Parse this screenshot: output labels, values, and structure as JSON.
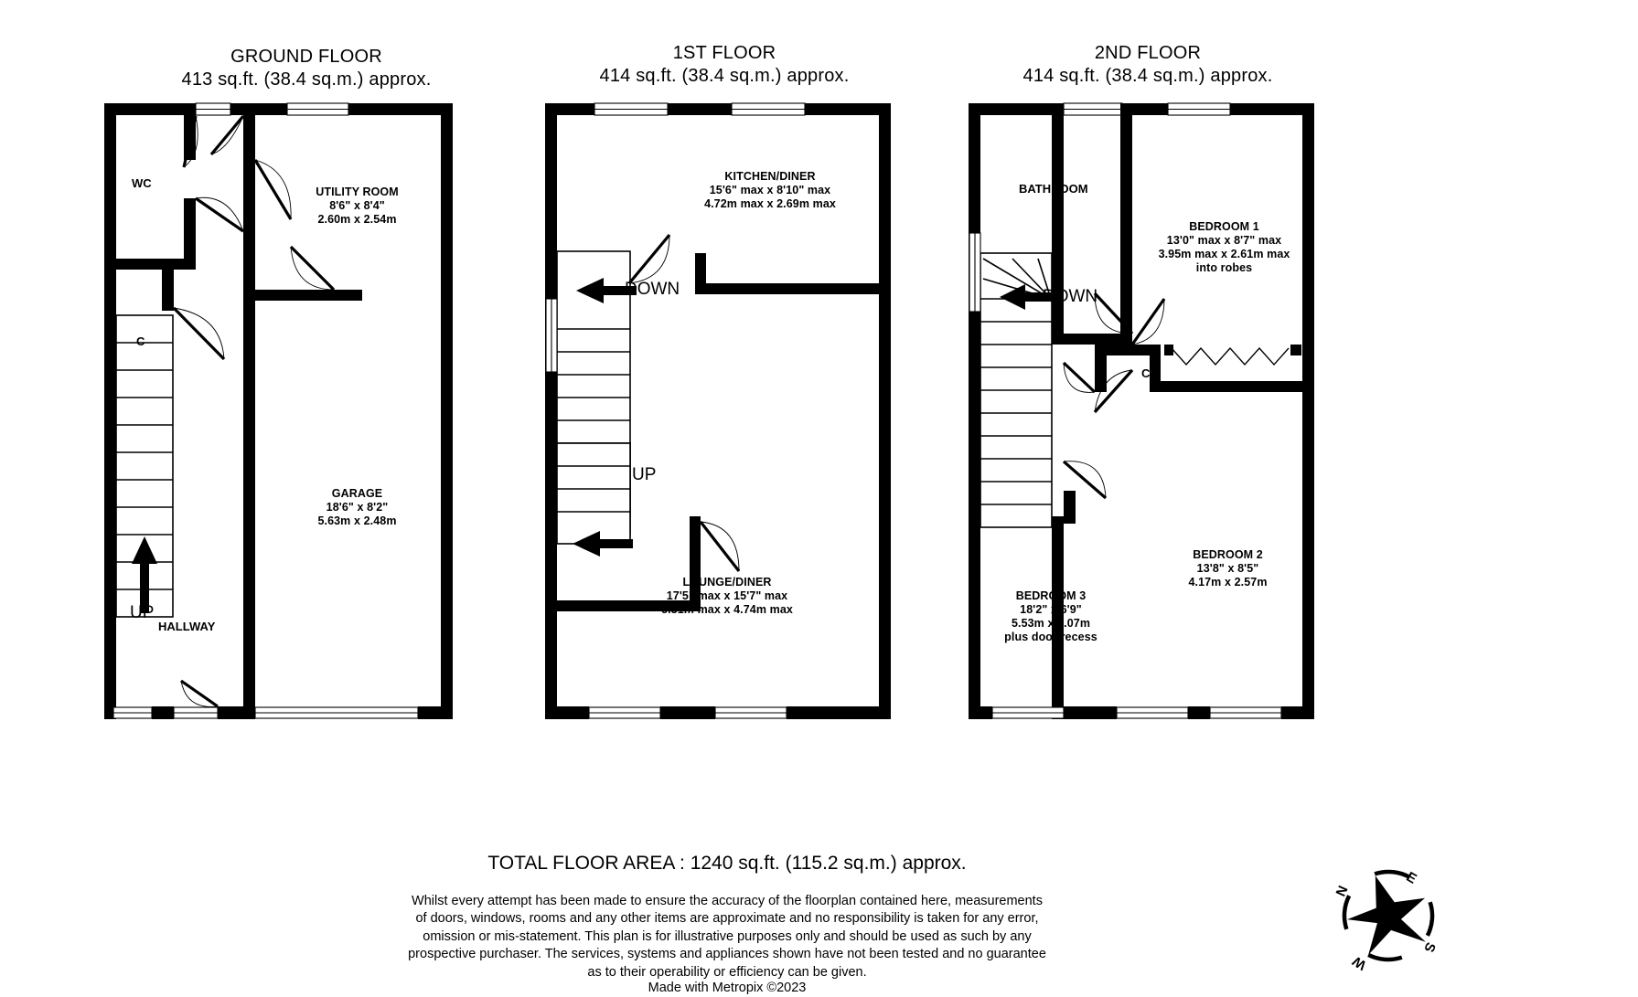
{
  "floors": [
    {
      "name": "ground",
      "title": "GROUND FLOOR",
      "area": "413 sq.ft. (38.4 sq.m.) approx.",
      "rooms": [
        {
          "name": "utility-room",
          "label": "UTILITY ROOM",
          "imperial": "8'6\"  x 8'4\"",
          "metric": "2.60m  x 2.54m"
        },
        {
          "name": "garage",
          "label": "GARAGE",
          "imperial": "18'6\"  x 8'2\"",
          "metric": "5.63m  x 2.48m"
        }
      ],
      "tags": [
        {
          "name": "wc",
          "label": "WC"
        },
        {
          "name": "cupboard",
          "label": "C"
        },
        {
          "name": "hallway",
          "label": "HALLWAY"
        }
      ],
      "stairs": [
        {
          "name": "up",
          "label": "UP"
        }
      ]
    },
    {
      "name": "first",
      "title": "1ST FLOOR",
      "area": "414 sq.ft. (38.4 sq.m.) approx.",
      "rooms": [
        {
          "name": "kitchen-diner",
          "label": "KITCHEN/DINER",
          "imperial": "15'6\" max x 8'10\" max",
          "metric": "4.72m max x 2.69m max"
        },
        {
          "name": "lounge-diner",
          "label": "LOUNGE/DINER",
          "imperial": "17'5\" max x 15'7\" max",
          "metric": "5.31m max x 4.74m max"
        }
      ],
      "tags": [],
      "stairs": [
        {
          "name": "down",
          "label": "DOWN"
        },
        {
          "name": "up",
          "label": "UP"
        }
      ]
    },
    {
      "name": "second",
      "title": "2ND FLOOR",
      "area": "414 sq.ft. (38.4 sq.m.) approx.",
      "rooms": [
        {
          "name": "bedroom-1",
          "label": "BEDROOM 1",
          "imperial": "13'0\" max x 8'7\" max",
          "metric": "3.95m max x 2.61m max",
          "extra": "into robes"
        },
        {
          "name": "bedroom-2",
          "label": "BEDROOM 2",
          "imperial": "13'8\"  x 8'5\"",
          "metric": "4.17m  x 2.57m"
        },
        {
          "name": "bedroom-3",
          "label": "BEDROOM 3",
          "imperial": "18'2\"  x 6'9\"",
          "metric": "5.53m  x 2.07m",
          "extra": "plus door recess"
        }
      ],
      "tags": [
        {
          "name": "bathroom",
          "label": "BATHROOM"
        },
        {
          "name": "cupboard",
          "label": "C"
        }
      ],
      "stairs": [
        {
          "name": "down",
          "label": "DOWN"
        }
      ]
    }
  ],
  "footer": {
    "total_area": "TOTAL FLOOR AREA : 1240 sq.ft. (115.2 sq.m.) approx.",
    "disclaimer": [
      "Whilst every attempt has been made to ensure the accuracy of the floorplan contained here, measurements",
      "of doors, windows, rooms and any other items are approximate and no responsibility is taken for any error,",
      "omission or mis-statement. This plan is for illustrative purposes only and should be used as such by any",
      "prospective purchaser. The services, systems and appliances shown have not been tested and no guarantee",
      "as to their operability or efficiency can be given."
    ],
    "made_with": "Made with Metropix ©2023"
  },
  "compass": {
    "name": "compass-rose",
    "north": "N",
    "east": "E",
    "south": "S",
    "west": "W"
  },
  "colors": {
    "wall": "#000000",
    "background": "#ffffff",
    "text": "#000000",
    "window": "#ffffff"
  }
}
